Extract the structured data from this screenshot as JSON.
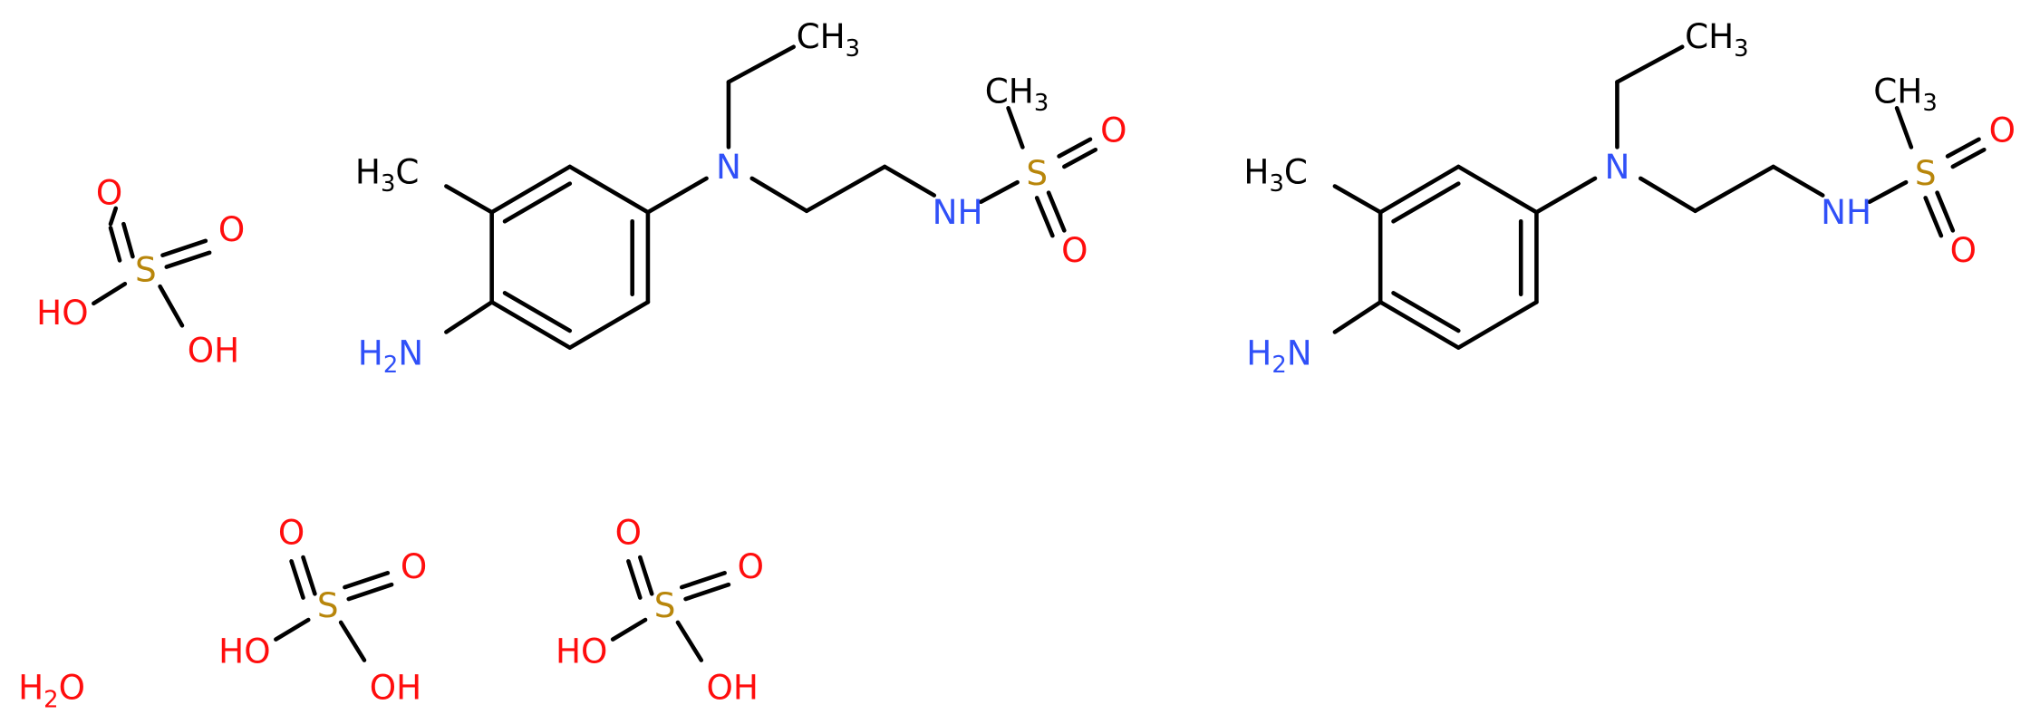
{
  "colors": {
    "carbon": "#000000",
    "nitrogen": "#3050F8",
    "oxygen": "#FF0D0D",
    "sulfur": "#B8860B"
  },
  "structures": {
    "sulfuric_acid_1": {
      "O_top": "O",
      "O_right": "O",
      "S": "S",
      "HO_left": "HO",
      "OH_bottom": "OH"
    },
    "sulfuric_acid_2": {
      "O_top": "O",
      "O_right": "O",
      "S": "S",
      "HO_left": "HO",
      "OH_bottom": "OH"
    },
    "sulfuric_acid_3": {
      "O_top": "O",
      "O_right": "O",
      "S": "S",
      "HO_left": "HO",
      "OH_bottom": "OH"
    },
    "water": {
      "H": "H",
      "sub": "2",
      "O": "O"
    },
    "molecule_1": {
      "ch3_ethyl": "CH",
      "ch3_ethyl_sub": "3",
      "ch3_ring": "H",
      "ch3_ring_sub": "3",
      "ch3_ring_c": "C",
      "ch3_sulfonyl": "CH",
      "ch3_sulfonyl_sub": "3",
      "amine_N": "N",
      "NH": "NH",
      "S": "S",
      "O_upper": "O",
      "O_lower": "O",
      "NH2_H": "H",
      "NH2_sub": "2",
      "NH2_N": "N"
    },
    "molecule_2": {
      "ch3_ethyl": "CH",
      "ch3_ethyl_sub": "3",
      "ch3_ring": "H",
      "ch3_ring_sub": "3",
      "ch3_ring_c": "C",
      "ch3_sulfonyl": "CH",
      "ch3_sulfonyl_sub": "3",
      "amine_N": "N",
      "NH": "NH",
      "S": "S",
      "O_upper": "O",
      "O_lower": "O",
      "NH2_H": "H",
      "NH2_sub": "2",
      "NH2_N": "N"
    }
  }
}
